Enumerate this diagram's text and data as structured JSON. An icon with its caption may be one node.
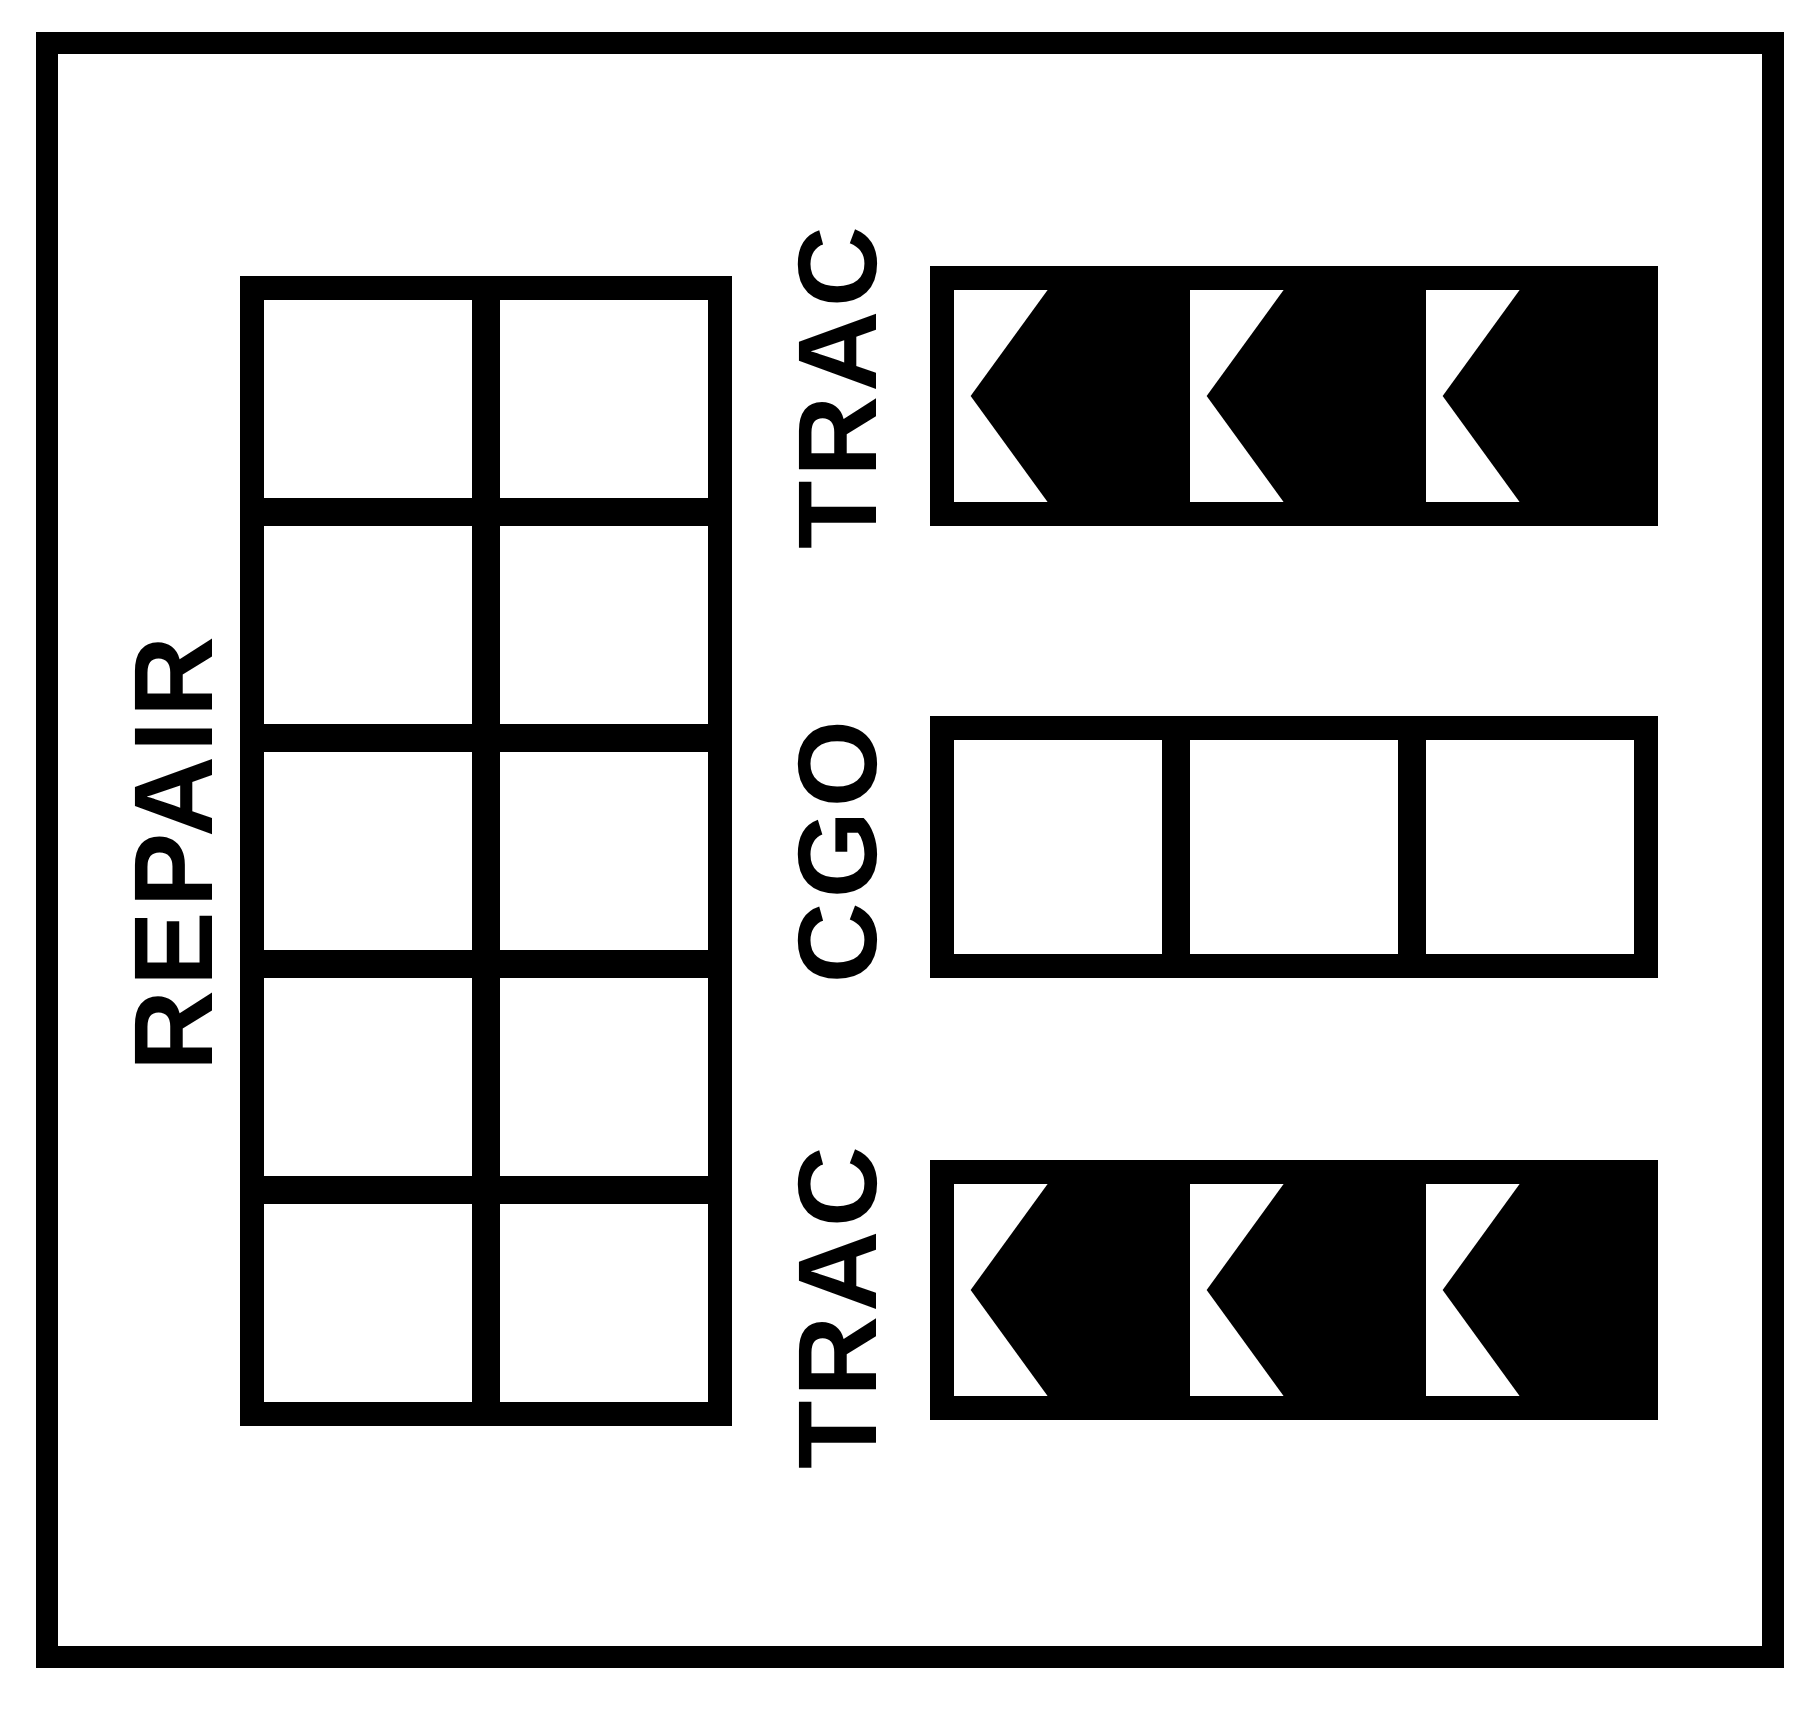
{
  "diagram": {
    "nodes": [
      {
        "text": [],
        "shape": "box"
      },
      {
        "text": [
          "REPAIR"
        ],
        "in": 0
      },
      {
        "text": [],
        "shape": "box",
        "in": 1
      },
      {
        "text": [],
        "shape": "box",
        "in": 1
      },
      {
        "text": [],
        "shape": "box",
        "in": 1
      },
      {
        "text": [],
        "shape": "box",
        "in": 1
      },
      {
        "text": [],
        "shape": "box",
        "in": 1
      },
      {
        "text": [],
        "shape": "box",
        "in": 1
      },
      {
        "text": [],
        "shape": "box",
        "in": 1
      },
      {
        "text": [],
        "shape": "box",
        "in": 1
      },
      {
        "text": [],
        "shape": "box",
        "in": 1
      },
      {
        "text": [],
        "shape": "box",
        "in": 1
      },
      {
        "text": [
          "TRAC"
        ],
        "in": 0
      },
      {
        "text": [],
        "shape": "box",
        "in": 12
      },
      {
        "text": [],
        "shape": "box",
        "in": 12
      },
      {
        "text": [],
        "shape": "box",
        "in": 12
      },
      {
        "text": [
          "CGO"
        ],
        "in": 0
      },
      {
        "text": [],
        "shape": "box",
        "in": 16
      },
      {
        "text": [],
        "shape": "box",
        "in": 16
      },
      {
        "text": [],
        "shape": "box",
        "in": 16
      },
      {
        "text": [
          "TRAC"
        ],
        "in": 0
      },
      {
        "text": [],
        "shape": "box",
        "in": 20
      },
      {
        "text": [],
        "shape": "box",
        "in": 20
      },
      {
        "text": [],
        "shape": "box",
        "in": 20
      }
    ]
  }
}
